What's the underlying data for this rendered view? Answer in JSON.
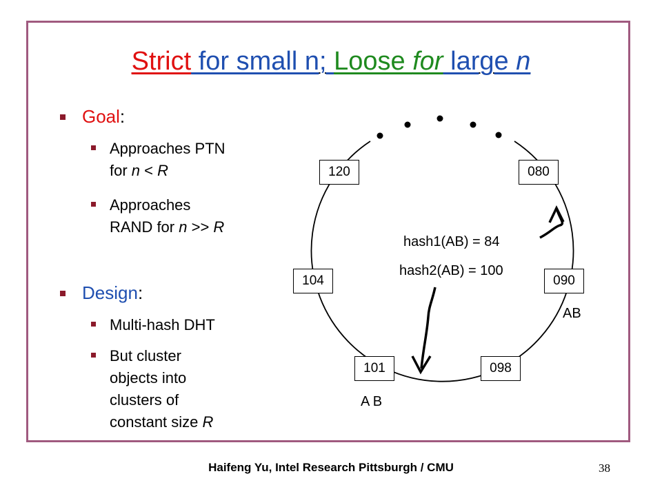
{
  "title": {
    "w1": "Strict",
    "w2": " for small n; ",
    "w3": "Loose ",
    "w4": "for",
    "w5": " large ",
    "w6": "n"
  },
  "bullets": {
    "goal_label": "Goal",
    "goal_colon": ":",
    "goal_items": [
      {
        "line1": "Approaches PTN",
        "line2_pre": "for ",
        "line2_it1": "n",
        "line2_mid": " < ",
        "line2_it2": "R"
      },
      {
        "line1": "Approaches",
        "line2_pre": "RAND for ",
        "line2_it1": "n",
        "line2_mid": " >> ",
        "line2_it2": "R"
      }
    ],
    "design_label": "Design",
    "design_colon": ":",
    "design_items": [
      {
        "text": "Multi-hash DHT"
      },
      {
        "line1": "But cluster",
        "line2": "objects into",
        "line3": "clusters of",
        "line4_pre": "constant size ",
        "line4_it": "R"
      }
    ]
  },
  "diagram": {
    "nodes": [
      "120",
      "080",
      "104",
      "090",
      "101",
      "098"
    ],
    "hash1": "hash1(AB) = 84",
    "hash2": "hash2(AB) = 100",
    "label_ab": "AB",
    "label_a_b": "A B"
  },
  "footer": "Haifeng Yu, Intel Research Pittsburgh / CMU",
  "page_number": "38",
  "colors": {
    "red": "#e01010",
    "blue": "#1f4fb0",
    "green": "#1f8a1f",
    "frame": "#a05a7f",
    "bullet": "#8b1a2b"
  }
}
